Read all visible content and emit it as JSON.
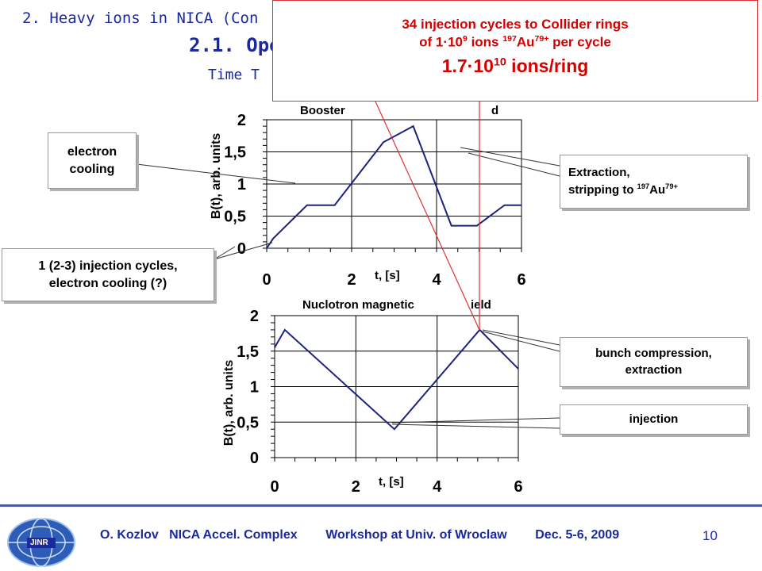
{
  "header": {
    "title": "2. Heavy ions in NICA (Con",
    "subtitle": "2.1. Ope",
    "subsubtitle": "Time T"
  },
  "popup": {
    "line1": "34 injection cycles to Collider rings",
    "line2_pre": "of 1",
    "line2_dot": "·",
    "line2_num": "10",
    "line2_exp": "9",
    "line2_mid": " ions ",
    "line2_iso": "197",
    "line2_el": "Au",
    "line2_charge": "79+",
    "line2_post": " per cycle",
    "line3_pre": "1.7",
    "line3_dot": "·",
    "line3_num": "10",
    "line3_exp": "10",
    "line3_post": " ions/ring"
  },
  "notes": {
    "electron_cooling_1": "electron",
    "electron_cooling_2": "cooling",
    "injection_cycles_1": "1 (2-3) injection cycles,",
    "injection_cycles_2": "electron cooling (?)",
    "extraction_1": "Extraction,",
    "extraction_2_pre": "stripping to ",
    "extraction_iso": "197",
    "extraction_el": "Au",
    "extraction_charge": "79+",
    "bunch_1": "bunch compression,",
    "bunch_2": "extraction",
    "injection": "injection"
  },
  "chart_data": [
    {
      "type": "line",
      "title": "Booster",
      "title_tail": "d",
      "xlabel": "t, [s]",
      "ylabel": "B(t), arb. units",
      "xlim": [
        0,
        6
      ],
      "ylim": [
        0,
        2
      ],
      "xticks": [
        "0",
        "2",
        "4",
        "6"
      ],
      "yticks": [
        "0",
        "0,5",
        "1",
        "1,5",
        "2"
      ],
      "grid": true,
      "x": [
        0,
        0.15,
        0.95,
        1.6,
        2.75,
        3.45,
        4.35,
        4.95,
        5.6,
        6
      ],
      "y": [
        0,
        0.15,
        0.67,
        0.67,
        1.65,
        1.9,
        0.35,
        0.35,
        0.67,
        0.67
      ]
    },
    {
      "type": "line",
      "title": "Nuclotron magnetic",
      "title_tail": "ield",
      "xlabel": "t, [s]",
      "ylabel": "B(t), arb. units",
      "xlim": [
        0,
        6
      ],
      "ylim": [
        0,
        2
      ],
      "xticks": [
        "0",
        "2",
        "4",
        "6"
      ],
      "yticks": [
        "0",
        "0,5",
        "1",
        "1,5",
        "2"
      ],
      "grid": true,
      "x": [
        0,
        0.25,
        2.95,
        5.05,
        6
      ],
      "y": [
        1.55,
        1.8,
        0.4,
        1.8,
        1.25
      ]
    }
  ],
  "footer": {
    "text": "O. Kozlov   NICA Accel. Complex        Workshop at Univ. of Wroclaw        Dec. 5-6, 2009",
    "page": "10",
    "logo_text": "JINR"
  },
  "colors": {
    "header": "#1a2a9e",
    "popup": "#d40000",
    "curve": "#1c237a",
    "callout_line": "#333333",
    "popup_line": "#e03030"
  }
}
